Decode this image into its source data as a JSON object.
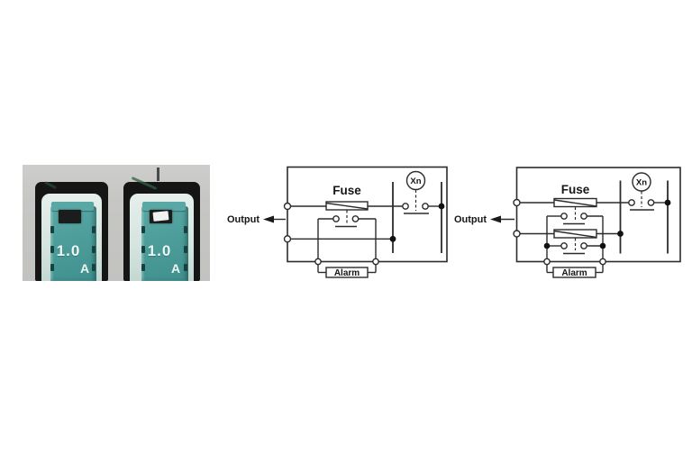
{
  "photo": {
    "panel_color": "#c6c7c4",
    "socket_color": "#151515",
    "holder_color": "#d8e6e1",
    "fuse_teal": "#4d9e9b",
    "label_color": "#eff7f4",
    "fuses": [
      {
        "rating": "1.0",
        "unit": "A",
        "indicator_window": "dark"
      },
      {
        "rating": "1.0",
        "unit": "A",
        "indicator_window": "white"
      }
    ]
  },
  "diagram_left": {
    "output_label": "Output",
    "fuse_label": "Fuse",
    "meter_label": "Xn",
    "alarm_label": "Alarm"
  },
  "diagram_right": {
    "output_label": "Output",
    "fuse_label": "Fuse",
    "meter_label": "Xn",
    "alarm_label": "Alarm"
  }
}
